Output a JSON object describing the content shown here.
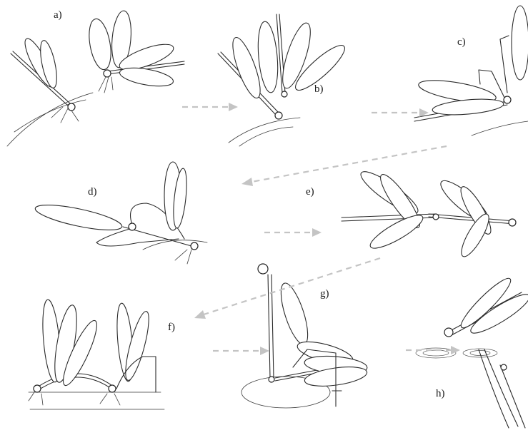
{
  "panels": [
    {
      "id": "a",
      "label": "a)"
    },
    {
      "id": "b",
      "label": "b)"
    },
    {
      "id": "c",
      "label": "c)"
    },
    {
      "id": "d",
      "label": "d)"
    },
    {
      "id": "e",
      "label": "e)"
    },
    {
      "id": "f",
      "label": "f)"
    },
    {
      "id": "g",
      "label": "g)"
    },
    {
      "id": "h",
      "label": "h)"
    }
  ],
  "colors": {
    "ink": "#2a2a2a",
    "arrow": "#c4c4c4",
    "background": "#ffffff"
  }
}
